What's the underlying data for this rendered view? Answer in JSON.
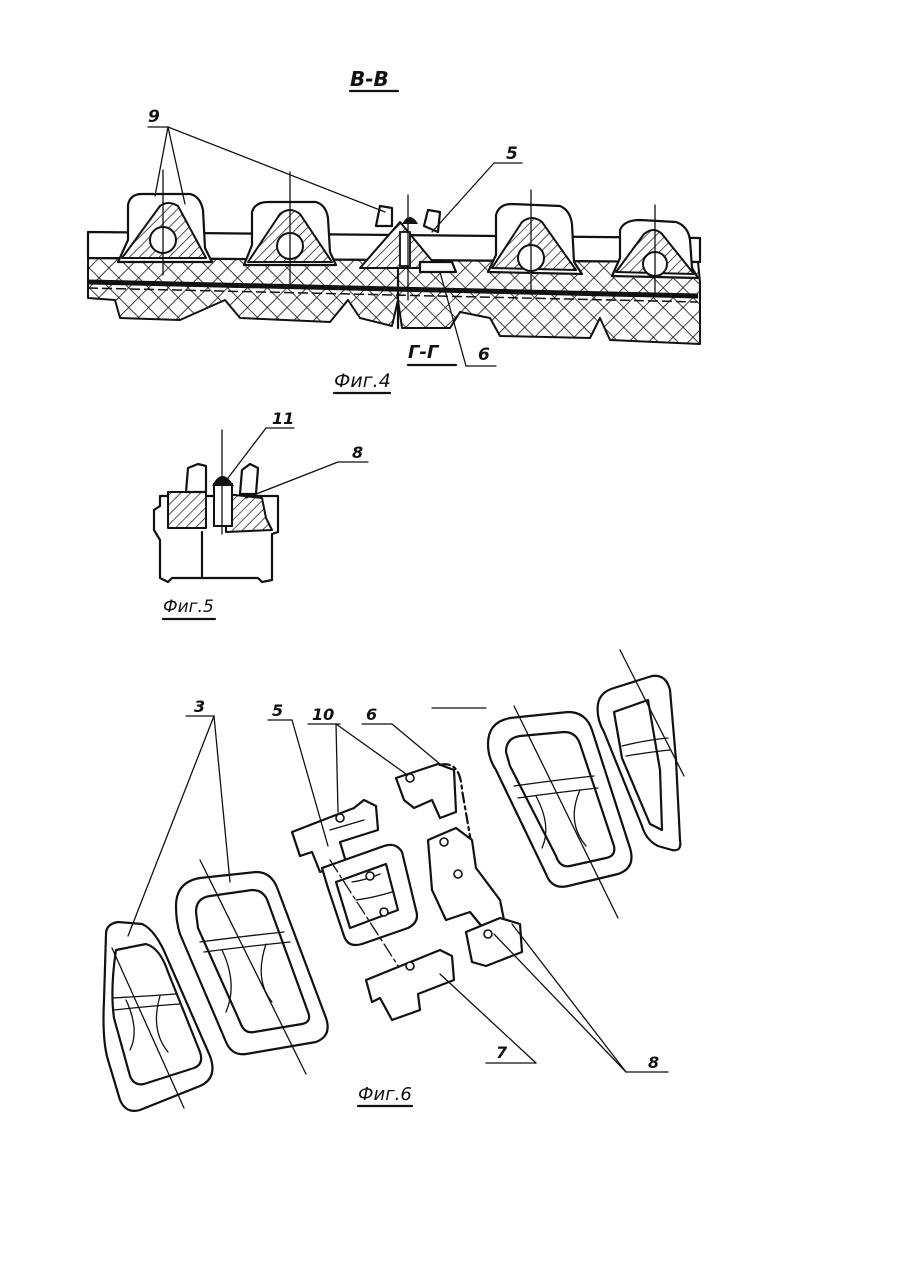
{
  "figures": {
    "fig4": {
      "section_title": "В-В",
      "cut_label": "Г-Г",
      "caption": "Фиг.4",
      "callouts": [
        "9",
        "5",
        "6"
      ]
    },
    "fig5": {
      "caption": "Фиг.5",
      "callouts": [
        "11",
        "8"
      ]
    },
    "fig6": {
      "caption": "Фиг.6",
      "callouts": [
        "3",
        "5",
        "10",
        "6",
        "7",
        "8"
      ]
    }
  }
}
